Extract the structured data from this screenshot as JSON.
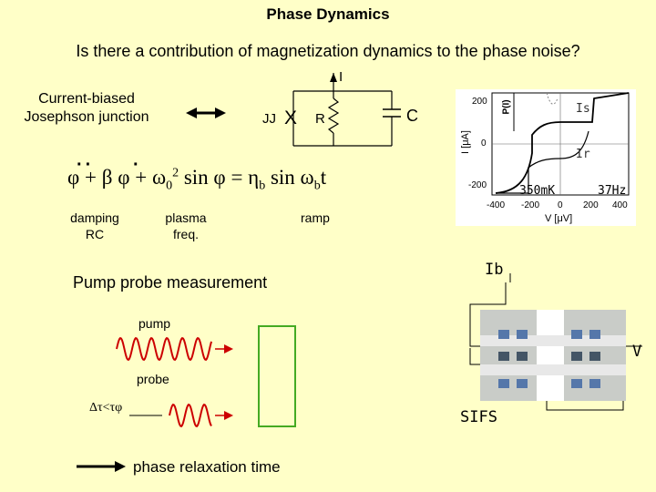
{
  "title": "Phase Dynamics",
  "question": "Is there a contribution of magnetization dynamics to the phase noise?",
  "circuit": {
    "device_label_line1": "Current-biased",
    "device_label_line2": "Josephson junction",
    "current_label": "I",
    "jj_label": "JJ",
    "jj_symbol": "X",
    "resistor_label": "R",
    "capacitor_label": "C"
  },
  "equation": {
    "lhs_part1": "φ + β φ + ω",
    "lhs_sub": "0",
    "lhs_sup": "2",
    "lhs_part2": " sin φ = η",
    "rhs_sub1": "b",
    "rhs_part": " sin ω",
    "rhs_sub2": "b",
    "rhs_end": "t",
    "label_damping_1": "damping",
    "label_damping_2": "RC",
    "label_plasma_1": "plasma",
    "label_plasma_2": "freq.",
    "label_ramp": "ramp"
  },
  "iv_plot": {
    "y_tick_200": "200",
    "y_tick_0": "0",
    "y_tick_m200": "-200",
    "x_tick_m400": "-400",
    "x_tick_m200": "-200",
    "x_tick_0": "0",
    "x_tick_200": "200",
    "x_tick_400": "400",
    "y_axis_label": "I [μA]",
    "x_axis_label": "V [μV]",
    "p_label": "P(I)",
    "is_label": "Is",
    "ir_label": "Ir",
    "temp_label": "350mK",
    "freq_label": "37Hz"
  },
  "pump_probe": {
    "heading": "Pump probe measurement",
    "pump_label": "pump",
    "probe_label": "probe",
    "delay_label": "Δτ<τφ",
    "legend_label": "phase relaxation time"
  },
  "sample": {
    "ib_label": "Ib",
    "v_label": "V",
    "sifs_label": "SIFS"
  },
  "colors": {
    "background": "#ffffc8",
    "wave": "#cc0000",
    "box_border": "#44aa22"
  }
}
